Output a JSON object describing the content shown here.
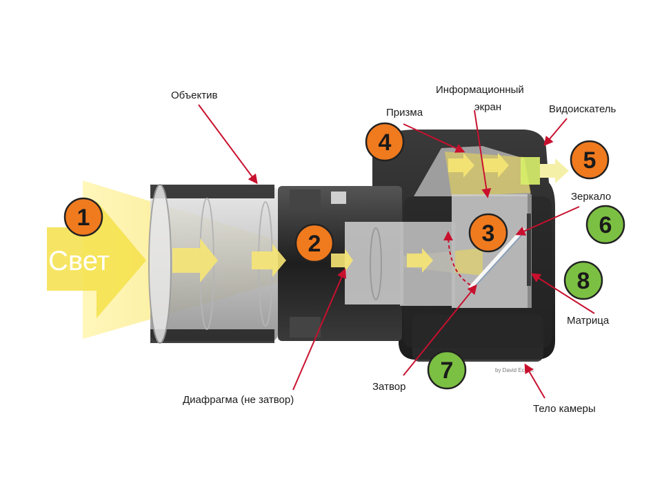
{
  "light_label": "Свет",
  "labels": {
    "lens": "Объектив",
    "aperture": "Диафрагма (не затвор)",
    "prism": "Призма",
    "info_screen_line1": "Информационный",
    "info_screen_line2": "экран",
    "viewfinder": "Видоискатель",
    "mirror": "Зеркало",
    "sensor": "Матрица",
    "shutter": "Затвор",
    "body": "Тело камеры"
  },
  "watermark": "by David Eckert",
  "badges": [
    {
      "num": "1",
      "color": "#f07a1e"
    },
    {
      "num": "2",
      "color": "#f07a1e"
    },
    {
      "num": "3",
      "color": "#f07a1e"
    },
    {
      "num": "4",
      "color": "#f07a1e"
    },
    {
      "num": "5",
      "color": "#f07a1e"
    },
    {
      "num": "6",
      "color": "#7cc043"
    },
    {
      "num": "7",
      "color": "#7cc043"
    },
    {
      "num": "8",
      "color": "#7cc043"
    }
  ],
  "colors": {
    "arrow": "#c8102e",
    "light_beam": "#f5e04a",
    "body_dark": "#2a2a2a",
    "lens_grey": "#c9c9c9"
  }
}
